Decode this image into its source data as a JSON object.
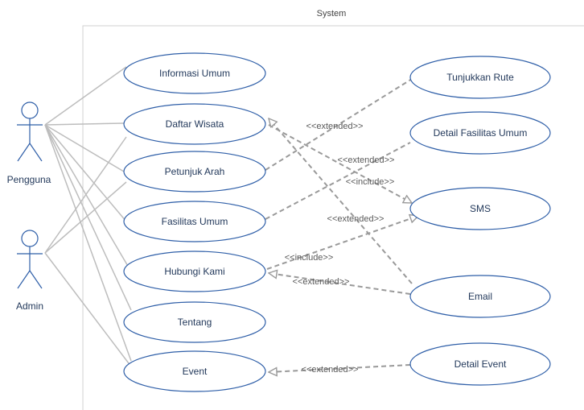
{
  "system": {
    "title": "System"
  },
  "colors": {
    "ellipse_stroke": "#2f5fa8",
    "actor_stroke": "#2f5fa8",
    "association": "#bdbdbd",
    "dependency": "#9a9a9a",
    "text": "#23395b"
  },
  "actors": {
    "pengguna": "Pengguna",
    "admin": "Admin"
  },
  "use_cases": {
    "informasi_umum": "Informasi Umum",
    "daftar_wisata": "Daftar Wisata",
    "petunjuk_arah": "Petunjuk Arah",
    "fasilitas_umum": "Fasilitas Umum",
    "hubungi_kami": "Hubungi Kami",
    "tentang": "Tentang",
    "event": "Event",
    "tunjukkan_rute": "Tunjukkan Rute",
    "detail_fasilitas_umum": "Detail Fasilitas Umum",
    "sms": "SMS",
    "email": "Email",
    "detail_event": "Detail Event"
  },
  "relations": {
    "petunjuk_tunjukkan": "<<extended>>",
    "daftar_sms": "<<extended>>",
    "daftar_include": "<<include>>",
    "fasilitas_sms": "<<extended>>",
    "hubungi_sms": "<<include>>",
    "email_hubungi": "<<extended>>",
    "detail_event": "<<extended>>"
  }
}
